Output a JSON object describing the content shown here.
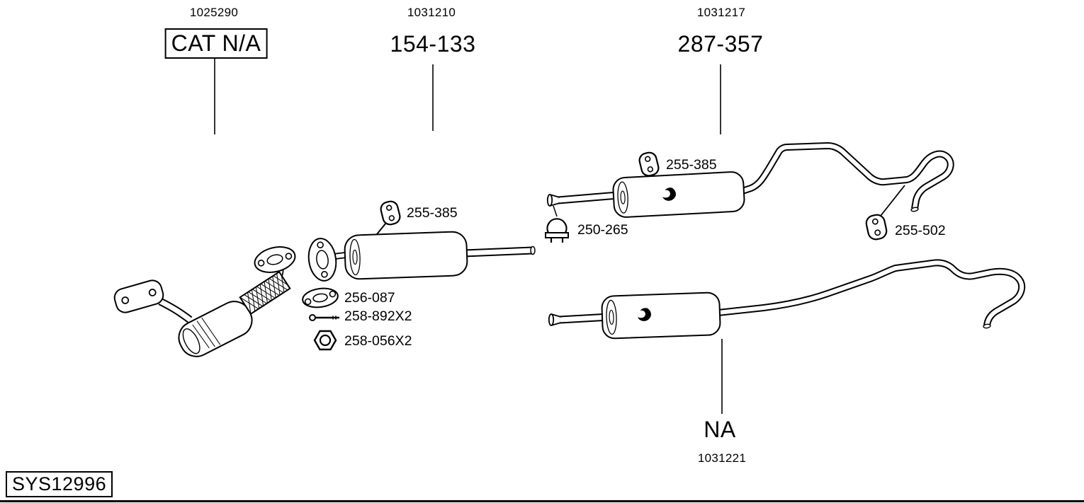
{
  "colors": {
    "ink": "#000000",
    "background": "#ffffff"
  },
  "system_code": "SYS12996",
  "headers": [
    {
      "part_no": "1025290",
      "title": "CAT N/A",
      "boxed": true
    },
    {
      "part_no": "1031210",
      "title": "154-133",
      "boxed": false
    },
    {
      "part_no": "1031217",
      "title": "287-357",
      "boxed": false
    }
  ],
  "variant": {
    "title": "NA",
    "part_no": "1031221"
  },
  "callouts": {
    "middle_hanger": "255-385",
    "gasket": "256-087",
    "bolt": "258-892X2",
    "nut": "258-056X2",
    "rear_hanger": "255-385",
    "clamp": "250-265",
    "tail_hanger": "255-502"
  },
  "icons": {
    "hanger": "rubber-hanger-icon",
    "clamp": "pipe-clamp-icon",
    "gasket": "gasket-ring-icon",
    "bolt": "bolt-icon",
    "nut": "hex-nut-icon"
  }
}
